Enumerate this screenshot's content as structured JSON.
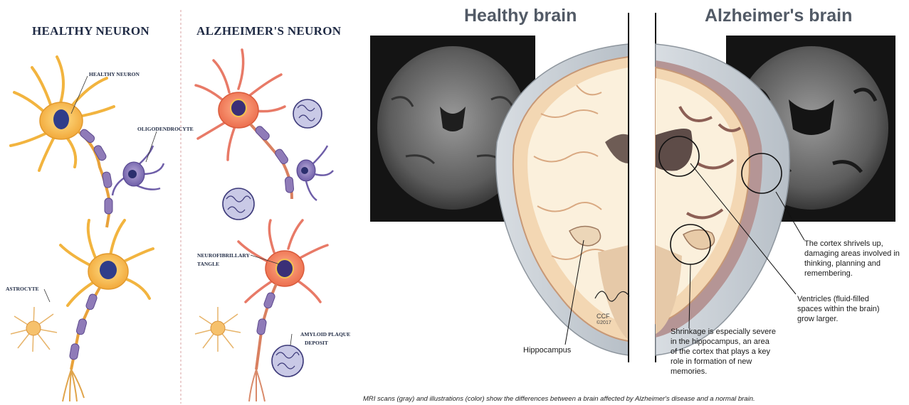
{
  "left": {
    "healthy_title": "HEALTHY NEURON",
    "alz_title": "ALZHEIMER'S NEURON",
    "labels": {
      "healthy_neuron": "HEALTHY NEURON",
      "oligodendrocyte": "OLIGODENDROCYTE",
      "astrocyte": "ASTROCYTE",
      "neurofibrillary_1": "NEUROFIBRILLARY",
      "neurofibrillary_2": "TANGLE",
      "amyloid_1": "AMYLOID PLAQUE",
      "amyloid_2": "DEPOSIT"
    }
  },
  "right": {
    "healthy_title": "Healthy brain",
    "alz_title": "Alzheimer's brain",
    "annotations": {
      "cortex": [
        "The cortex shrivels up,",
        "damaging areas involved in",
        "thinking, planning and",
        "remembering."
      ],
      "ventricles": [
        "Ventricles (fluid-filled",
        "spaces within the brain)",
        "grow larger."
      ],
      "shrinkage": [
        "Shrinkage is especially severe",
        "in the hippocampus, an area",
        "of the cortex that plays a key",
        "role in formation of new",
        "memories."
      ],
      "hippocampus": "Hippocampus"
    },
    "signature": "CCF",
    "signature_year": "©2017",
    "caption": "MRI scans (gray) and illustrations (color) show the differences between a brain affected by Alzheimer's disease and a normal brain."
  }
}
